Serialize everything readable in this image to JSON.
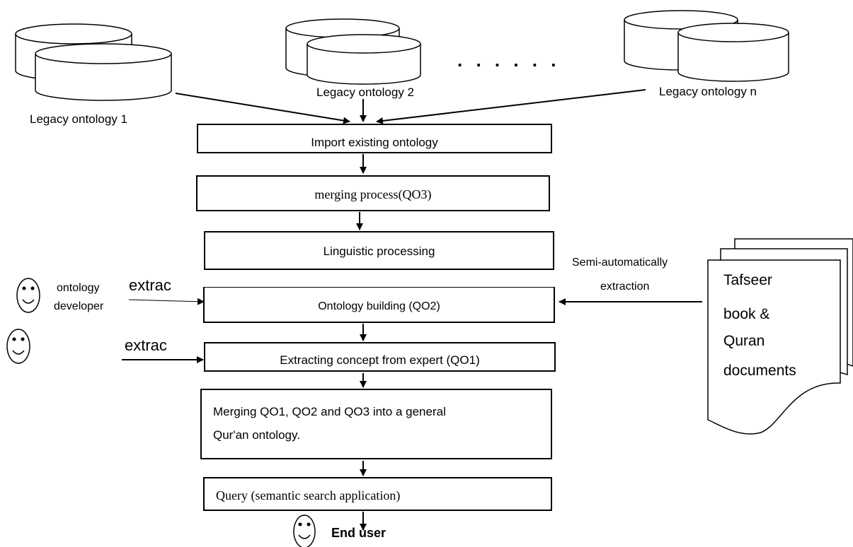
{
  "legacy": {
    "ontology_1": "Legacy ontology  1",
    "ontology_2": "Legacy ontology  2",
    "ontology_n": "Legacy ontology  n",
    "ellipsis": ". . . . . ."
  },
  "steps": {
    "import": "Import existing ontology",
    "merging": "merging process(QO3)",
    "linguistic": "Linguistic   processing",
    "building": "Ontology building (QO2)",
    "extracting": "Extracting concept from expert (QO1)",
    "merge_general_line1": "Merging QO1, QO2 and QO3 into a general",
    "merge_general_line2": "Qur'an ontology.",
    "query": "Query (semantic search application)"
  },
  "actors": {
    "developer_line1": "ontology",
    "developer_line2": "developer",
    "extract_1": "extrac",
    "extract_2": "extrac",
    "end_user": "End user"
  },
  "documents": {
    "line1": "Tafseer",
    "line2": "book &",
    "line3": "Quran",
    "line4": "documents",
    "extraction_line1": "Semi-automatically",
    "extraction_line2": "extraction"
  }
}
